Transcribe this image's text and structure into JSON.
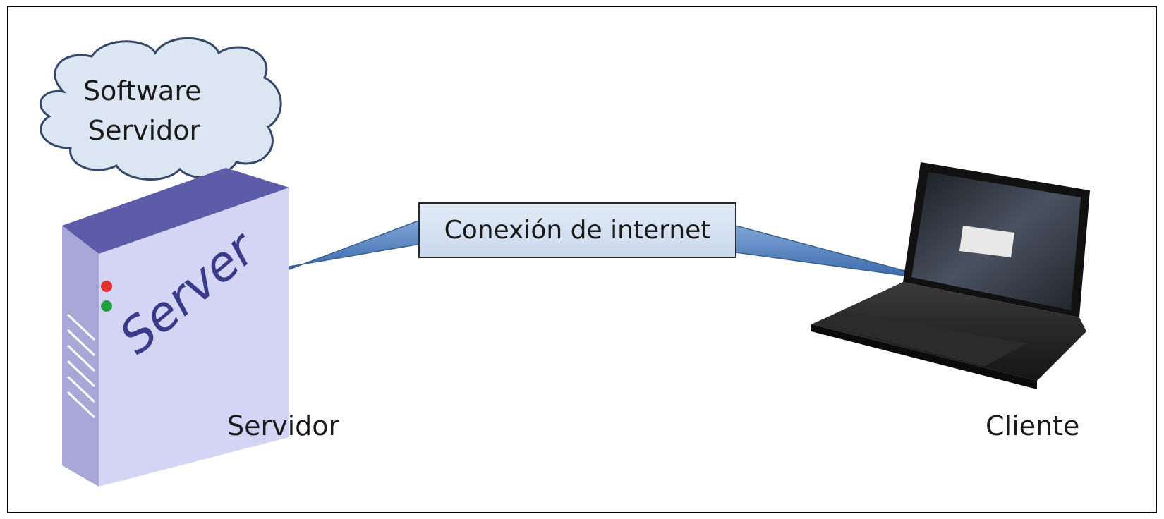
{
  "cloud": {
    "line1": "Software",
    "line2": "Servidor"
  },
  "server": {
    "case_text": "Server",
    "label": "Servidor"
  },
  "connection": {
    "label": "Conexión de internet"
  },
  "client": {
    "label": "Cliente"
  },
  "colors": {
    "server_top": "#5c5ca8",
    "server_front": "#d4d4f4",
    "server_side": "#a8a8d8",
    "cloud_fill": "#dce6f2",
    "cloud_stroke": "#36486a",
    "link_blue": "#4f81bd",
    "led_red": "#e03030",
    "led_green": "#20a040"
  }
}
